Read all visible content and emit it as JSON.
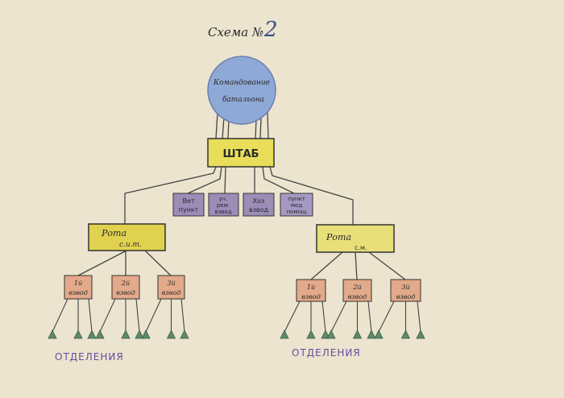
{
  "title": {
    "text": "Схема №",
    "number": "2"
  },
  "command": {
    "line1": "Командование",
    "line2": "батальона"
  },
  "hq": "ШТАБ",
  "support_units": [
    {
      "line1": "Вет",
      "line2": "пункт"
    },
    {
      "line1": "уч.",
      "line2": "рем.",
      "line3": "взвод"
    },
    {
      "line1": "Хоз",
      "line2": "взвод"
    },
    {
      "line1": "пункт",
      "line2": "мед",
      "line3": "помощ"
    }
  ],
  "companies": [
    {
      "line1": "Рота",
      "line2": "с.и.т.",
      "platoons": [
        {
          "num": "1й",
          "label": "взвод"
        },
        {
          "num": "2й",
          "label": "взвод"
        },
        {
          "num": "3й",
          "label": "взвод"
        }
      ]
    },
    {
      "line1": "Рота",
      "line2": "с.м.",
      "platoons": [
        {
          "num": "1й",
          "label": "взвод"
        },
        {
          "num": "2й",
          "label": "взвод"
        },
        {
          "num": "3й",
          "label": "взвод"
        }
      ]
    }
  ],
  "squads_label": "ОТДЕЛЕНИЯ",
  "colors": {
    "paper": "#ece4cf",
    "command": "#8fa9d6",
    "hq": "#e9dd5a",
    "company": "#e6d86a",
    "support": "#9b8cb8",
    "platoon": "#e2a98a",
    "squad": "#5d8a6a",
    "label": "#6a4a9e"
  }
}
